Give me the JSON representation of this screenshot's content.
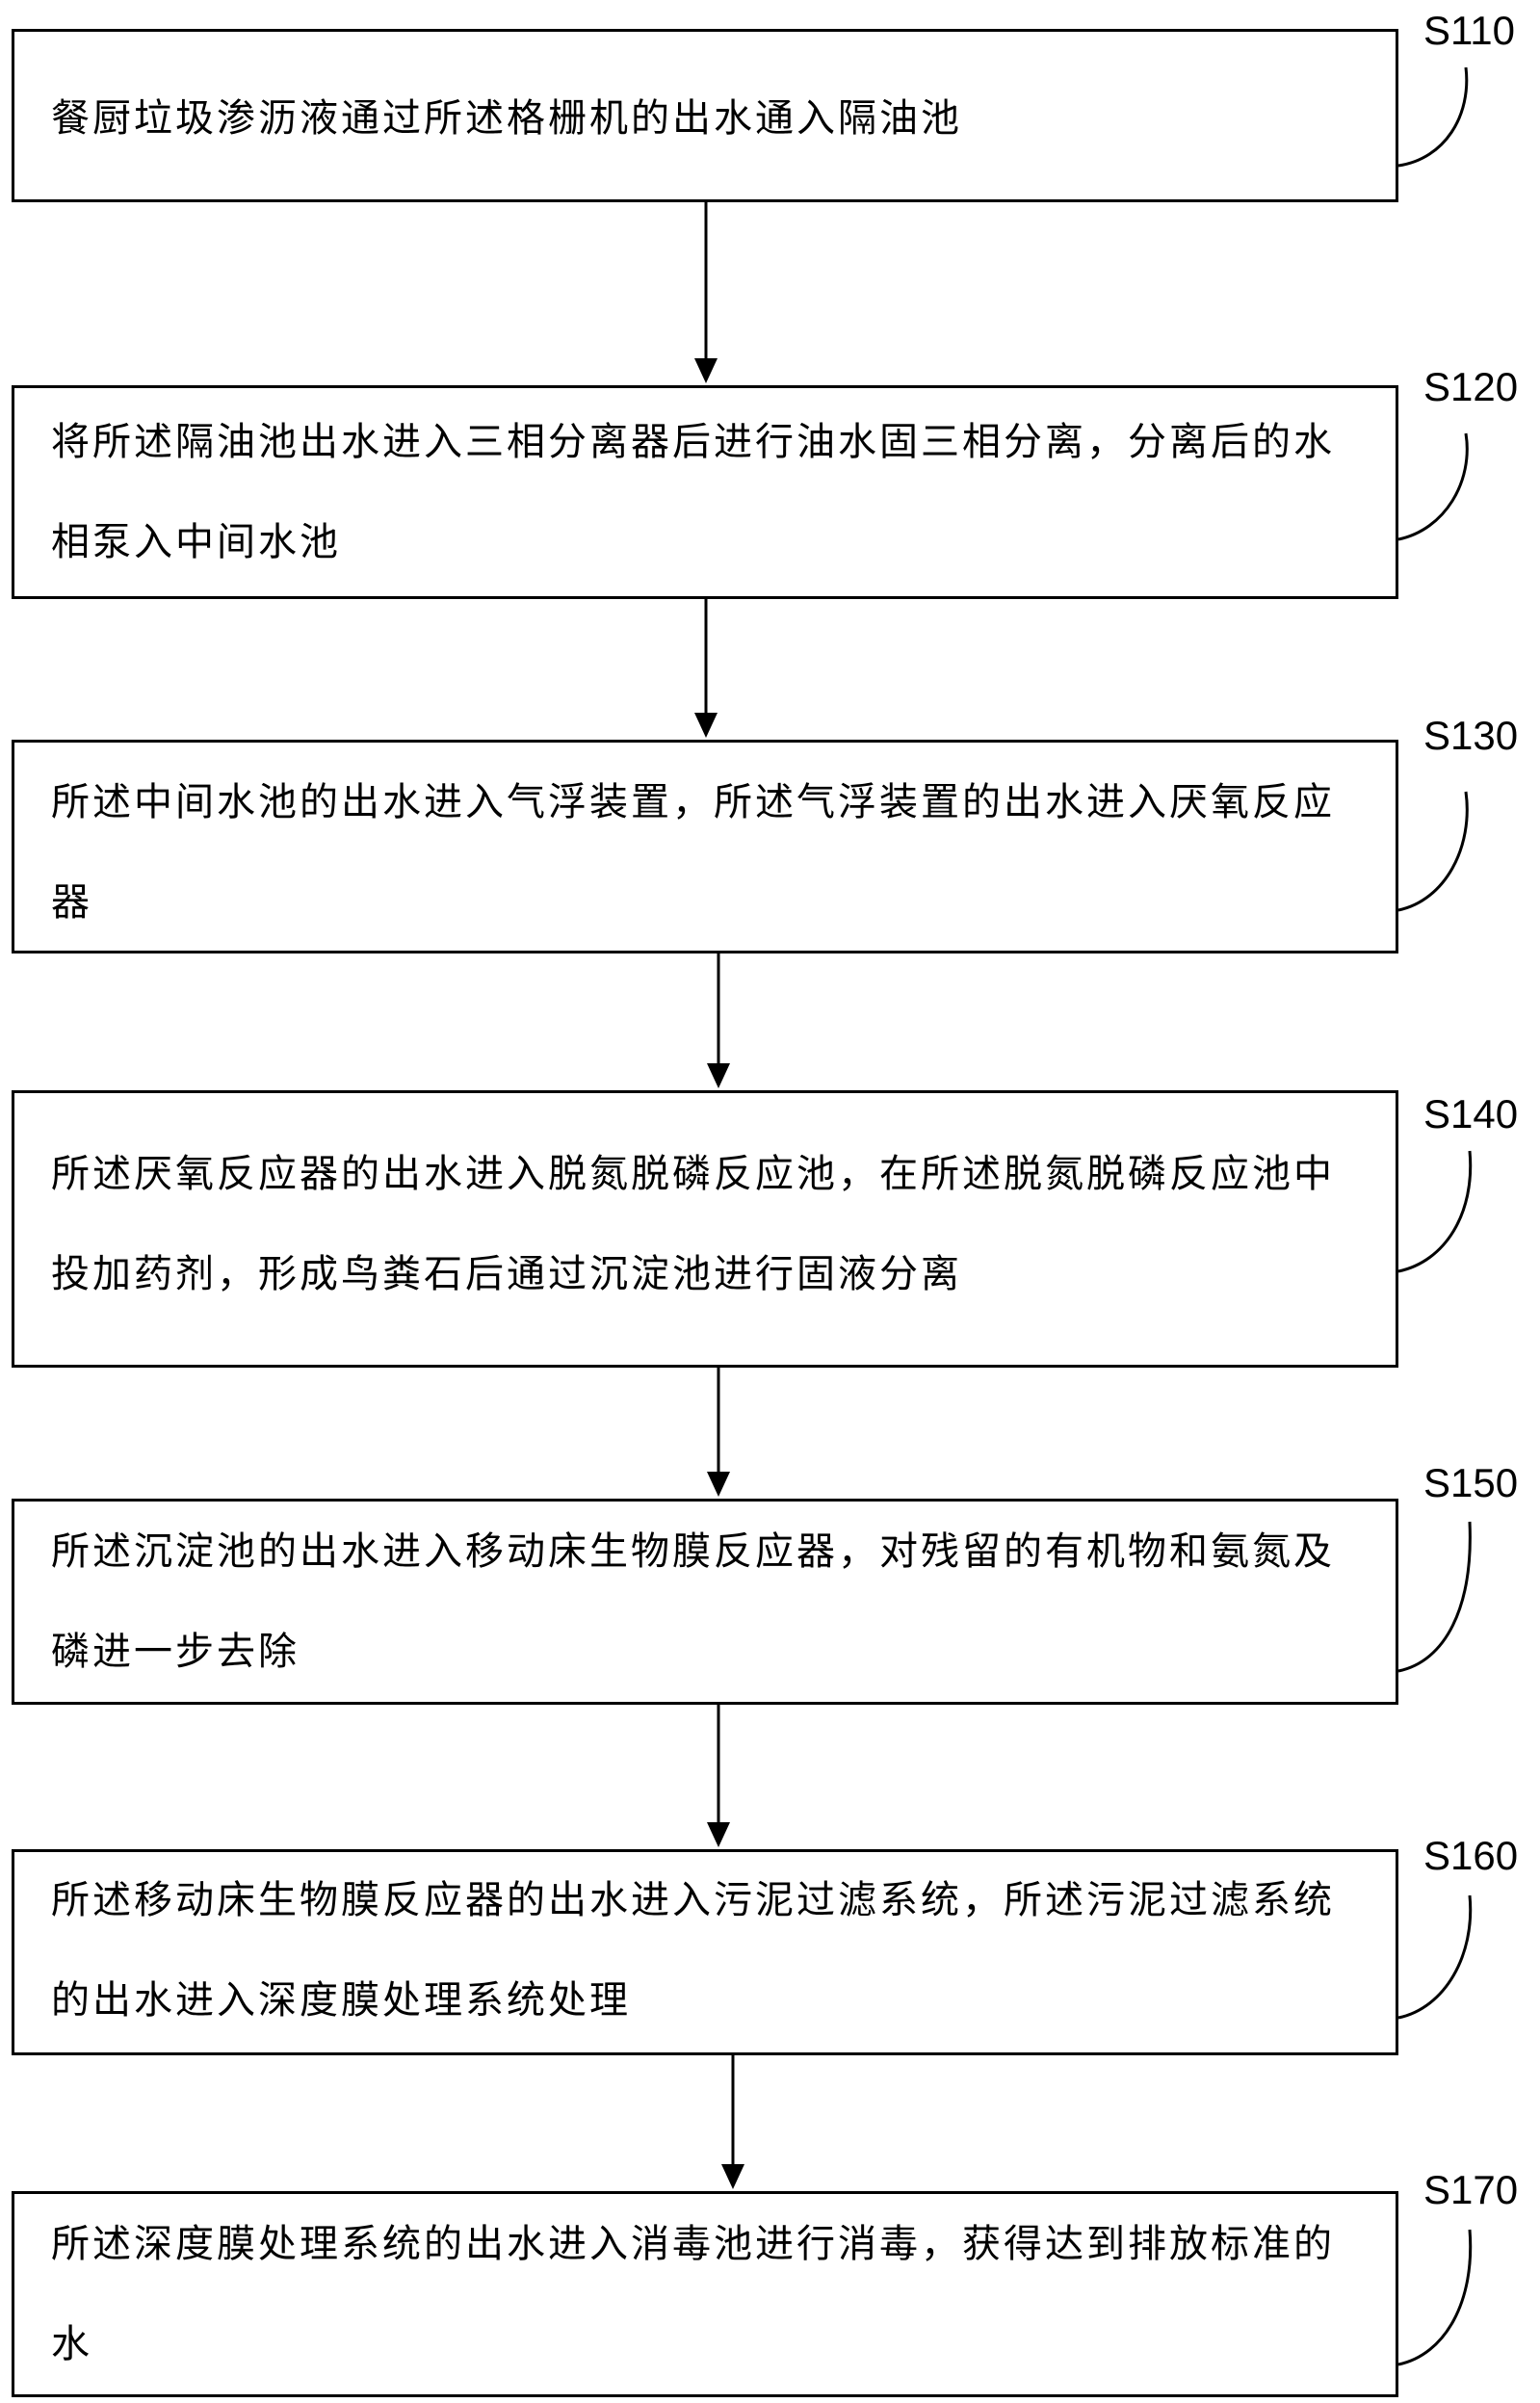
{
  "steps": [
    {
      "id": "S110",
      "text": "餐厨垃圾渗沥液通过所述格栅机的出水通入隔油池"
    },
    {
      "id": "S120",
      "text": "将所述隔油池出水进入三相分离器后进行油水固三相分离，分离后的水相泵入中间水池"
    },
    {
      "id": "S130",
      "text": "所述中间水池的出水进入气浮装置，所述气浮装置的出水进入厌氧反应器"
    },
    {
      "id": "S140",
      "text": "所述厌氧反应器的出水进入脱氮脱磷反应池，在所述脱氮脱磷反应池中投加药剂，形成鸟粪石后通过沉淀池进行固液分离"
    },
    {
      "id": "S150",
      "text": "所述沉淀池的出水进入移动床生物膜反应器，对残留的有机物和氨氮及磷进一步去除"
    },
    {
      "id": "S160",
      "text": "所述移动床生物膜反应器的出水进入污泥过滤系统，所述污泥过滤系统的出水进入深度膜处理系统处理"
    },
    {
      "id": "S170",
      "text": "所述深度膜处理系统的出水进入消毒池进行消毒，获得达到排放标准的水"
    }
  ]
}
